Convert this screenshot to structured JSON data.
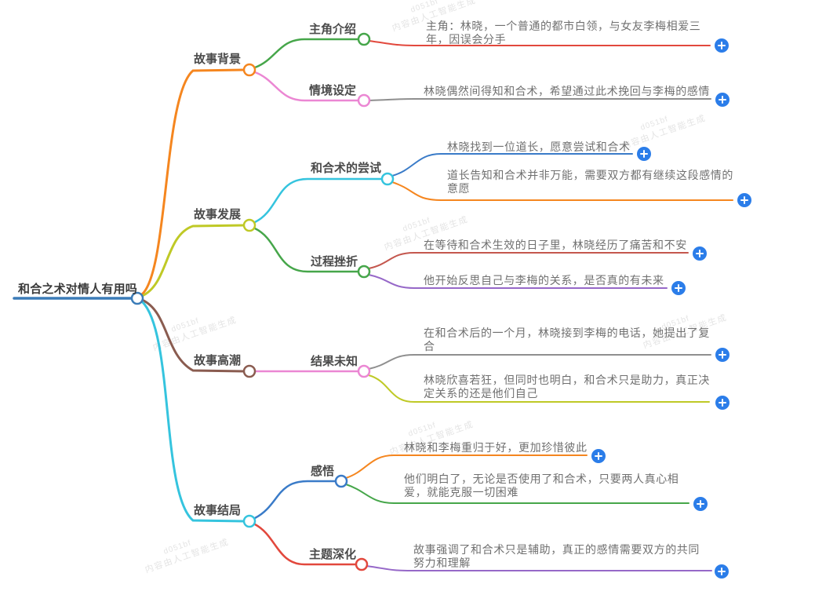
{
  "watermark": {
    "id_line": "d051bf",
    "text_line": "内容由人工智能生成"
  },
  "icons": {
    "add_node": "plus-in-blue-circle"
  },
  "colors": {
    "root_blue": "#3B7CB8",
    "orange": "#F5861F",
    "yellow_green": "#BFC926",
    "brown": "#8A5C50",
    "cyan": "#35C4DE",
    "green": "#46A64A",
    "pink": "#EB87D3",
    "red": "#E2483D",
    "dark_red": "#C4574E",
    "purple": "#9668C8",
    "gray_line": "#8F8F8F",
    "sub_blue": "#3A7BC8",
    "add_button_blue": "#2B7DE9",
    "label_text": "#4A4A4A",
    "leaf_text": "#707070",
    "watermark_gray": "#E4E4E4"
  },
  "mindmap": {
    "root": {
      "label": "和合之术对情人有用吗"
    },
    "branches": [
      {
        "label": "故事背景",
        "children": [
          {
            "label": "主角介绍",
            "leaves": [
              "主角：林晓，一个普通的都市白领，与女友李梅相爱三年，因误会分手"
            ]
          },
          {
            "label": "情境设定",
            "leaves": [
              "林晓偶然间得知和合术，希望通过此术挽回与李梅的感情"
            ]
          }
        ]
      },
      {
        "label": "故事发展",
        "children": [
          {
            "label": "和合术的尝试",
            "leaves": [
              "林晓找到一位道长，愿意尝试和合术",
              "道长告知和合术并非万能，需要双方都有继续这段感情的意愿"
            ]
          },
          {
            "label": "过程挫折",
            "leaves": [
              "在等待和合术生效的日子里，林晓经历了痛苦和不安",
              "他开始反思自己与李梅的关系，是否真的有未来"
            ]
          }
        ]
      },
      {
        "label": "故事高潮",
        "children": [
          {
            "label": "结果未知",
            "leaves": [
              "在和合术后的一个月，林晓接到李梅的电话，她提出了复合",
              "林晓欣喜若狂，但同时也明白，和合术只是助力，真正决定关系的还是他们自己"
            ]
          }
        ]
      },
      {
        "label": "故事结局",
        "children": [
          {
            "label": "感悟",
            "leaves": [
              "林晓和李梅重归于好，更加珍惜彼此",
              "他们明白了，无论是否使用了和合术，只要两人真心相爱，就能克服一切困难"
            ]
          },
          {
            "label": "主题深化",
            "leaves": [
              "故事强调了和合术只是辅助，真正的感情需要双方的共同努力和理解"
            ]
          }
        ]
      }
    ]
  }
}
